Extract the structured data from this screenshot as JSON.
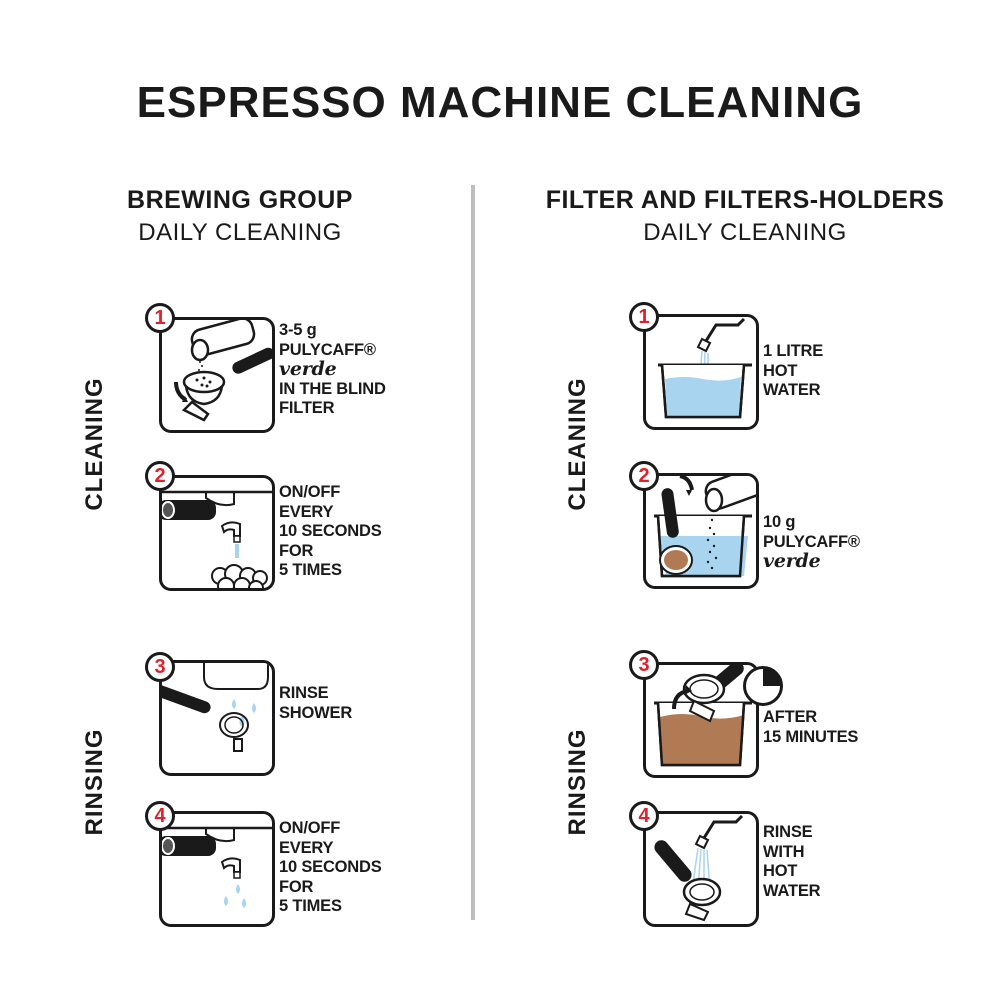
{
  "title": "ESPRESSO MACHINE CLEANING",
  "columns": [
    {
      "heading": "BREWING GROUP",
      "subheading": "DAILY CLEANING",
      "sections": [
        {
          "label": "CLEANING"
        },
        {
          "label": "RINSING"
        }
      ],
      "steps": [
        {
          "number": "1",
          "lines": [
            "3-5 g",
            "PULYCAFF®"
          ],
          "italic": "verde",
          "lines_after": [
            "IN THE BLIND",
            "FILTER"
          ]
        },
        {
          "number": "2",
          "lines": [
            "ON/OFF",
            "EVERY",
            "10 SECONDS",
            "FOR",
            "5 TIMES"
          ]
        },
        {
          "number": "3",
          "lines": [
            "RINSE",
            "SHOWER"
          ]
        },
        {
          "number": "4",
          "lines": [
            "ON/OFF",
            "EVERY",
            "10 SECONDS",
            "FOR",
            "5 TIMES"
          ]
        }
      ]
    },
    {
      "heading": "FILTER AND FILTERS-HOLDERS",
      "subheading": "DAILY CLEANING",
      "sections": [
        {
          "label": "CLEANING"
        },
        {
          "label": "RINSING"
        }
      ],
      "steps": [
        {
          "number": "1",
          "lines": [
            "1 LITRE",
            "HOT",
            "WATER"
          ]
        },
        {
          "number": "2",
          "lines": [
            "10 g",
            "PULYCAFF®"
          ],
          "italic": "verde"
        },
        {
          "number": "3",
          "lines": [
            "AFTER",
            "15 MINUTES"
          ]
        },
        {
          "number": "4",
          "lines": [
            "RINSE",
            "WITH",
            "HOT",
            "WATER"
          ]
        }
      ]
    }
  ],
  "colors": {
    "ink": "#1a1a1a",
    "step_number": "#e0202a",
    "water": "#a8d4f0",
    "coffee": "#b07a55",
    "divider": "#bdbdbd"
  }
}
